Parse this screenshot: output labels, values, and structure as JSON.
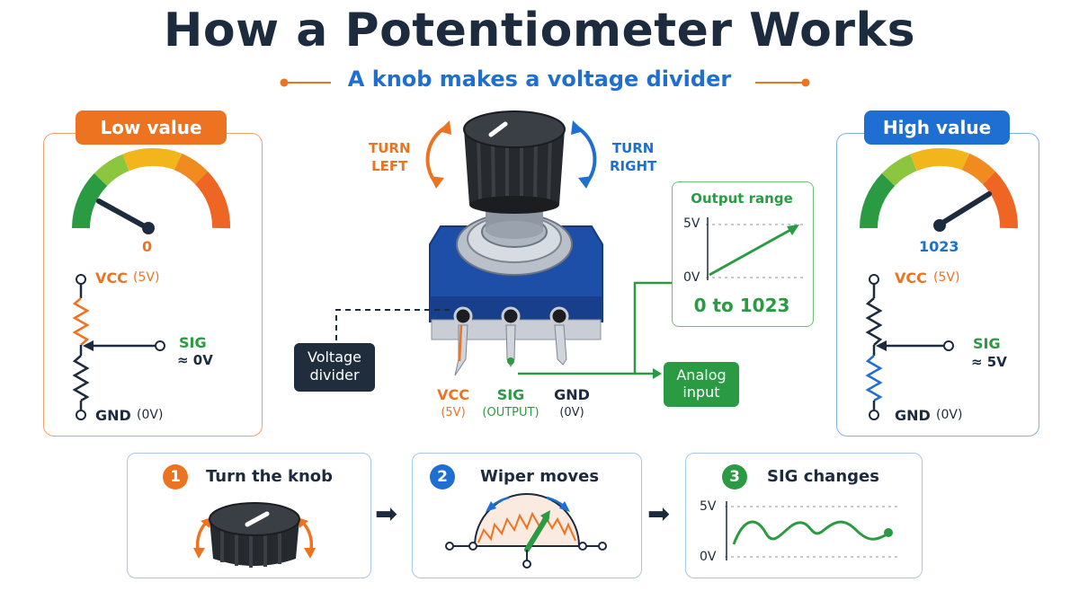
{
  "title": "How a Potentiometer Works",
  "subtitle": "A knob makes a voltage divider",
  "low": {
    "tag": "Low value",
    "reading": "0",
    "level": 0,
    "vcc": "VCC",
    "vcc_sub": "(5V)",
    "sig": "SIG",
    "sig_value": "≈ 0V",
    "gnd": "GND",
    "gnd_sub": "(0V)"
  },
  "high": {
    "tag": "High value",
    "reading": "1023",
    "level": 1,
    "vcc": "VCC",
    "vcc_sub": "(5V)",
    "sig": "SIG",
    "sig_value": "≈ 5V",
    "gnd": "GND",
    "gnd_sub": "(0V)"
  },
  "center": {
    "turn_left": [
      "TURN",
      "LEFT"
    ],
    "turn_right": [
      "TURN",
      "RIGHT"
    ],
    "voltage_divider": [
      "Voltage",
      "divider"
    ],
    "analog_input": [
      "Analog",
      "input"
    ],
    "pins": [
      {
        "name": "VCC",
        "sub": "(5V)",
        "color": "#ee7321"
      },
      {
        "name": "SIG",
        "sub": "(OUTPUT)",
        "color": "#2a9a43"
      },
      {
        "name": "GND",
        "sub": "(0V)",
        "color": "#1c2b3d"
      }
    ]
  },
  "output_range": {
    "title": "Output range",
    "y_top": "5V",
    "y_bottom": "0V",
    "range": "0 to 1023"
  },
  "steps": [
    {
      "num": "1",
      "title": "Turn the knob",
      "color": "#ee7321"
    },
    {
      "num": "2",
      "title": "Wiper moves",
      "color": "#1e6fd1"
    },
    {
      "num": "3",
      "title": "SIG changes",
      "color": "#2a9a43",
      "y_top": "5V",
      "y_bottom": "0V"
    }
  ],
  "colors": {
    "orange": "#ee7321",
    "blue": "#1e6fd1",
    "green": "#2a9a43",
    "navy": "#1c2b3d",
    "pot_body": "#1d4fa8"
  }
}
